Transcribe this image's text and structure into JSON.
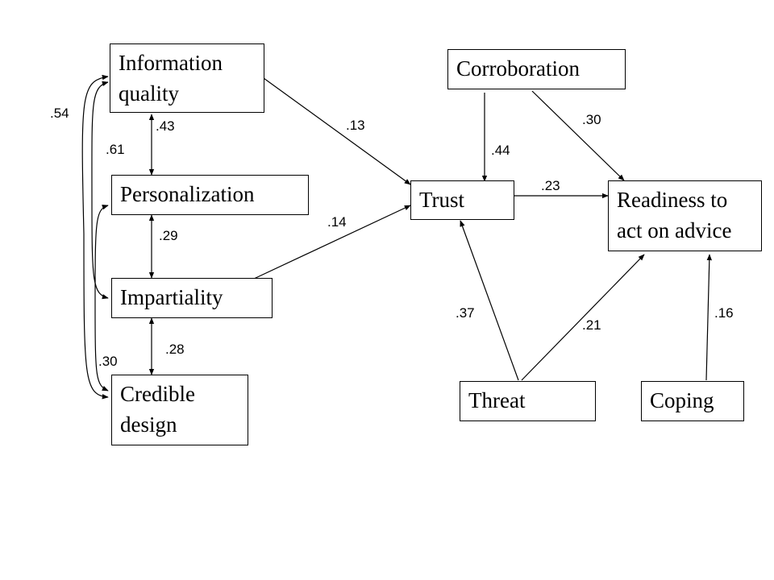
{
  "nodes": {
    "information_quality": "Information\nquality",
    "personalization": "Personalization",
    "impartiality": "Impartiality",
    "credible_design": "Credible\ndesign",
    "corroboration": "Corroboration",
    "trust": "Trust",
    "readiness": "Readiness to\nact on advice",
    "threat": "Threat",
    "coping": "Coping"
  },
  "coefficients": {
    "infoquality_credible": ".54",
    "infoquality_personalization": ".43",
    "infoquality_impartiality": ".61",
    "personalization_impartiality": ".29",
    "impartiality_credible": ".28",
    "personalization_credible": ".30",
    "infoquality_trust": ".13",
    "impartiality_trust": ".14",
    "corroboration_trust": ".44",
    "corroboration_readiness": ".30",
    "trust_readiness": ".23",
    "threat_trust": ".37",
    "threat_readiness": ".21",
    "coping_readiness": ".16"
  }
}
